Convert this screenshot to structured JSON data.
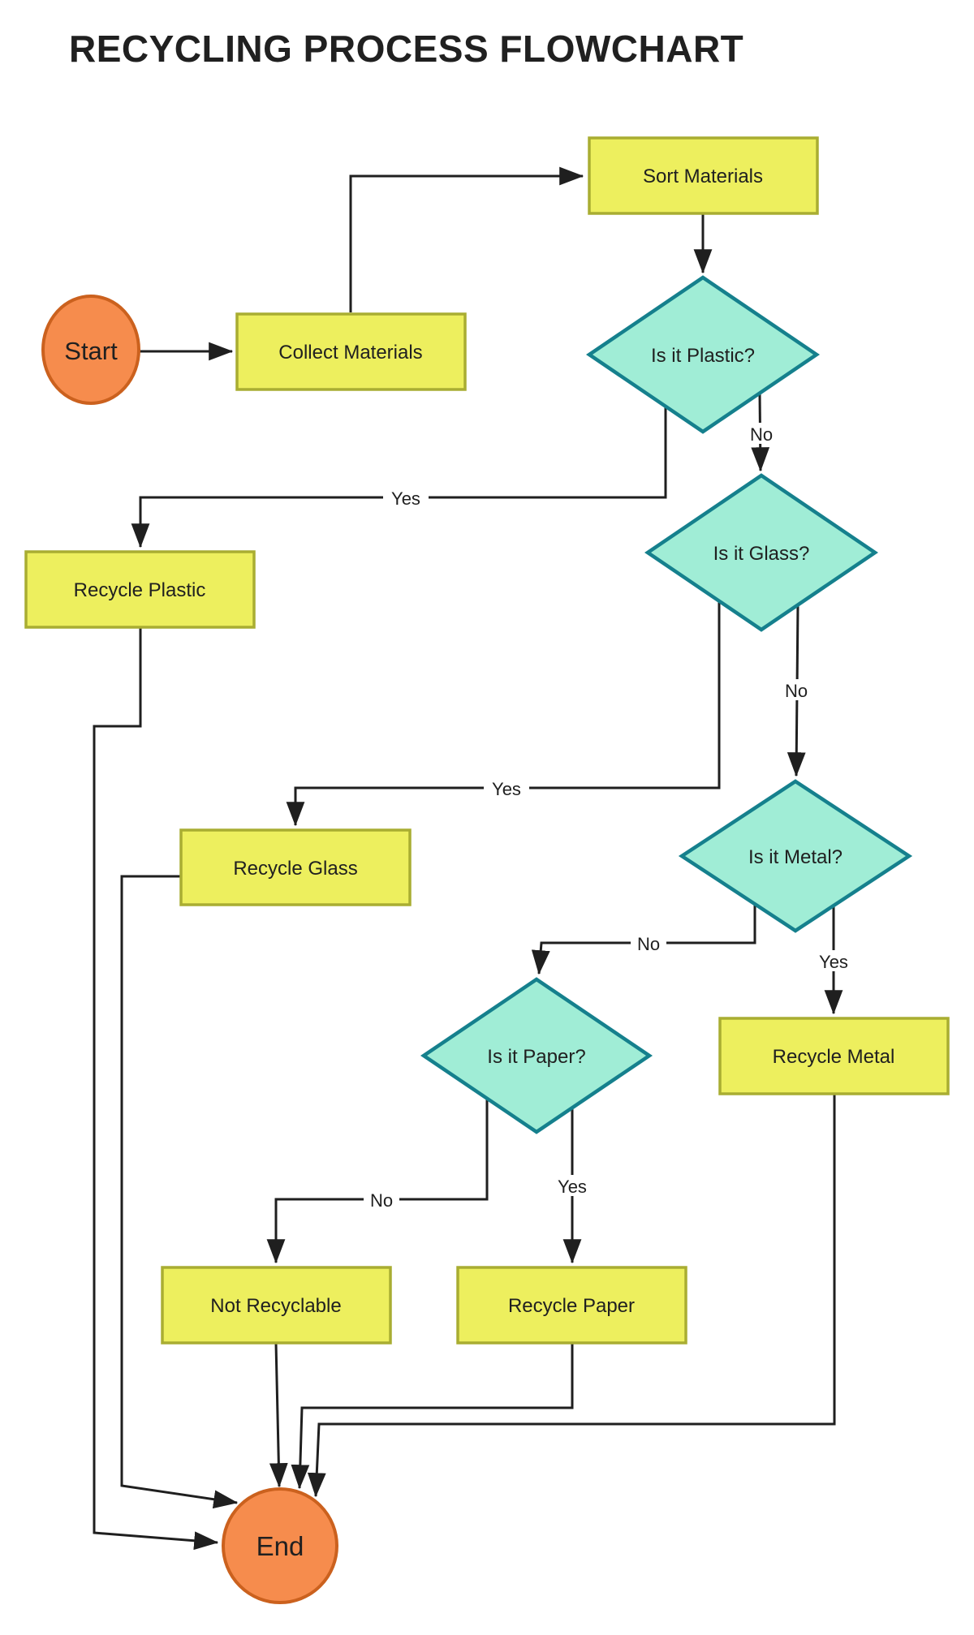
{
  "title": "RECYCLING PROCESS FLOWCHART",
  "palette": {
    "background": "#ffffff",
    "process_fill": "#EDEF5E",
    "process_border": "#A9AD32",
    "decision_fill": "#A0EDD6",
    "decision_border": "#15808D",
    "terminal_fill": "#F68C4D",
    "terminal_border": "#CB611E",
    "connector": "#1F1F1F",
    "text": "#202020"
  },
  "nodes": {
    "start": {
      "label": "Start",
      "type": "terminal"
    },
    "collect_materials": {
      "label": "Collect Materials",
      "type": "process"
    },
    "sort_materials": {
      "label": "Sort Materials",
      "type": "process"
    },
    "is_plastic": {
      "label": "Is it Plastic?",
      "type": "decision"
    },
    "recycle_plastic": {
      "label": "Recycle Plastic",
      "type": "process"
    },
    "is_glass": {
      "label": "Is it Glass?",
      "type": "decision"
    },
    "recycle_glass": {
      "label": "Recycle Glass",
      "type": "process"
    },
    "is_metal": {
      "label": "Is it Metal?",
      "type": "decision"
    },
    "recycle_metal": {
      "label": "Recycle Metal",
      "type": "process"
    },
    "is_paper": {
      "label": "Is it Paper?",
      "type": "decision"
    },
    "not_recyclable": {
      "label": "Not Recyclable",
      "type": "process"
    },
    "recycle_paper": {
      "label": "Recycle Paper",
      "type": "process"
    },
    "end": {
      "label": "End",
      "type": "terminal"
    }
  },
  "edges": [
    {
      "from": "start",
      "to": "collect_materials",
      "label": ""
    },
    {
      "from": "collect_materials",
      "to": "sort_materials",
      "label": ""
    },
    {
      "from": "sort_materials",
      "to": "is_plastic",
      "label": ""
    },
    {
      "from": "is_plastic",
      "to": "is_glass",
      "label": "No"
    },
    {
      "from": "is_plastic",
      "to": "recycle_plastic",
      "label": "Yes"
    },
    {
      "from": "is_glass",
      "to": "is_metal",
      "label": "No"
    },
    {
      "from": "is_glass",
      "to": "recycle_glass",
      "label": "Yes"
    },
    {
      "from": "is_metal",
      "to": "is_paper",
      "label": "No"
    },
    {
      "from": "is_metal",
      "to": "recycle_metal",
      "label": "Yes"
    },
    {
      "from": "is_paper",
      "to": "not_recyclable",
      "label": "No"
    },
    {
      "from": "is_paper",
      "to": "recycle_paper",
      "label": "Yes"
    },
    {
      "from": "recycle_plastic",
      "to": "end",
      "label": ""
    },
    {
      "from": "recycle_glass",
      "to": "end",
      "label": ""
    },
    {
      "from": "not_recyclable",
      "to": "end",
      "label": ""
    },
    {
      "from": "recycle_paper",
      "to": "end",
      "label": ""
    },
    {
      "from": "recycle_metal",
      "to": "end",
      "label": ""
    }
  ]
}
